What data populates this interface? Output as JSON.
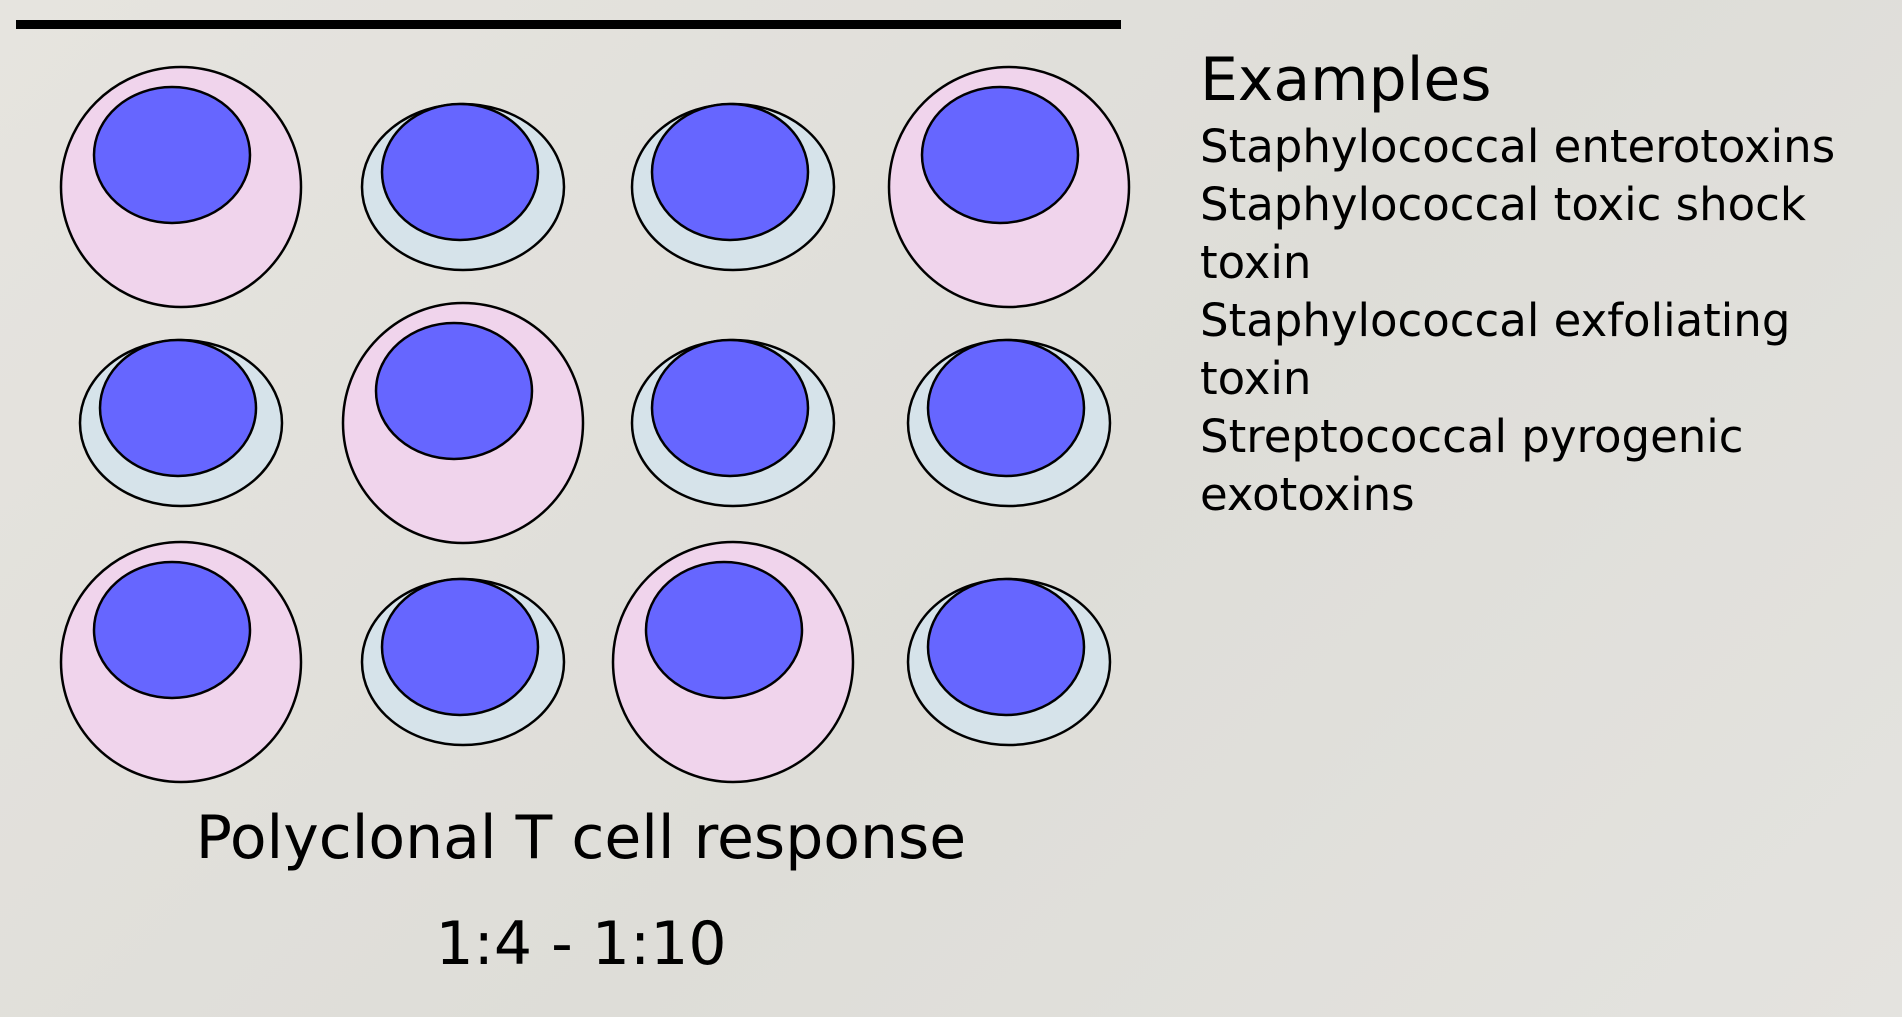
{
  "diagram": {
    "caption": "Polyclonal T cell response",
    "ratio": "1:4 - 1:10",
    "cell_grid": {
      "rows": 3,
      "cols": 4,
      "activated_cells": [
        [
          0,
          0
        ],
        [
          0,
          3
        ],
        [
          1,
          1
        ],
        [
          2,
          0
        ],
        [
          2,
          2
        ]
      ]
    },
    "colors": {
      "nucleus": "#6666ff",
      "resting_cytoplasm": "#d6e3ea",
      "activated_cytoplasm": "#f0d4ec",
      "outline": "#000000",
      "rule": "#000000"
    }
  },
  "examples": {
    "heading": "Examples",
    "items": [
      "Staphylococcal enterotoxins",
      "Staphylococcal toxic shock toxin",
      "Staphylococcal exfoliating toxin",
      "Streptococcal pyrogenic exotoxins"
    ]
  }
}
